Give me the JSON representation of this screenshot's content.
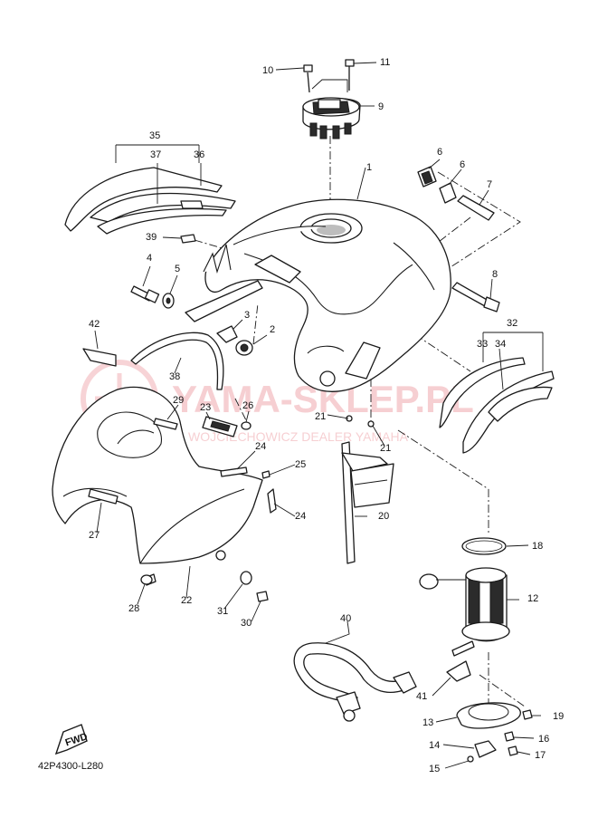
{
  "diagram_code": "42P4300-L280",
  "fwd_label": "FWD",
  "watermark": {
    "main": "YAMA-SKLEP.PL",
    "sub": "WOJCIECHOWICZ DEALER YAMAHA"
  },
  "callouts": [
    "1",
    "2",
    "3",
    "4",
    "5",
    "6",
    "6",
    "7",
    "8",
    "9",
    "10",
    "11",
    "12",
    "13",
    "14",
    "15",
    "16",
    "17",
    "18",
    "19",
    "20",
    "21",
    "21",
    "22",
    "23",
    "24",
    "24",
    "25",
    "26",
    "27",
    "28",
    "29",
    "30",
    "31",
    "32",
    "33",
    "34",
    "35",
    "36",
    "37",
    "38",
    "39",
    "40",
    "41",
    "42"
  ],
  "colors": {
    "line": "#1a1a1a",
    "watermark": "#f0a8ae",
    "background": "#ffffff"
  }
}
